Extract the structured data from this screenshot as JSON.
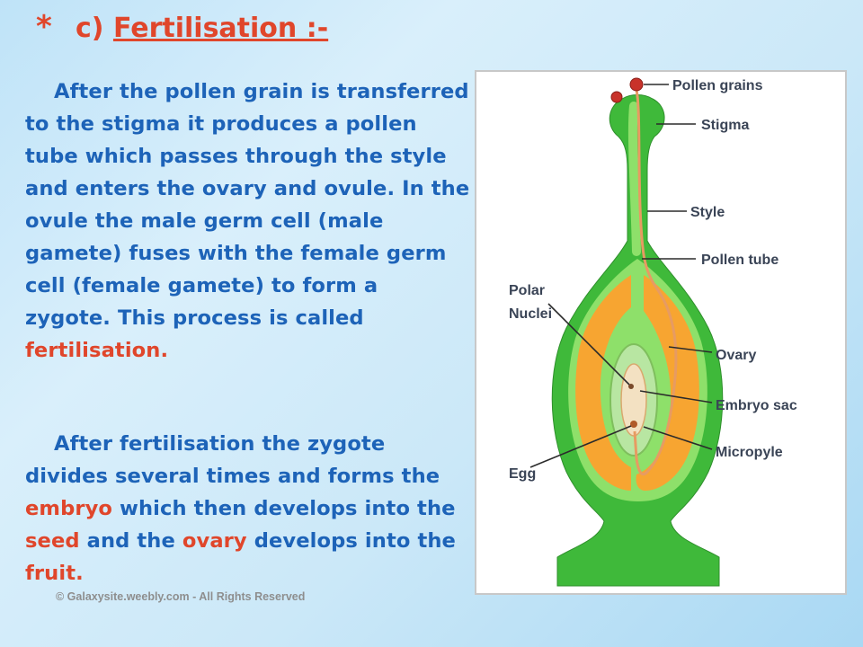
{
  "heading": {
    "bullet": "*",
    "prefix": "c) ",
    "title": "Fertilisation :-"
  },
  "paragraph1": {
    "part1": "After the pollen grain is transferred to the stigma it produces a pollen tube which passes through the style and enters the ovary and ovule. In the ovule the male germ cell (male gamete) fuses with the female germ cell (female gamete) to form a zygote. This process is called ",
    "highlight": "fertilisation."
  },
  "paragraph2": {
    "part1": "After fertilisation the zygote divides several times and forms the ",
    "h1": "embryo",
    "part2": " which then develops into the ",
    "h2": "seed",
    "part3": " and the ",
    "h3": "ovary",
    "part4": " develops into the ",
    "h4": "fruit."
  },
  "copyright": "© Galaxysite.weebly.com - All Rights Reserved",
  "diagram": {
    "labels": {
      "pollen_grains": "Pollen grains",
      "stigma": "Stigma",
      "style": "Style",
      "pollen_tube": "Pollen tube",
      "polar": "Polar",
      "nuclei": "Nuclei",
      "ovary": "Ovary",
      "embryo_sac": "Embryo sac",
      "micropyle": "Micropyle",
      "egg": "Egg"
    },
    "colors": {
      "outer_green": "#3fb93a",
      "inner_green": "#8ee06a",
      "ovary_orange": "#f7a531",
      "pollen_tube": "#e79b62",
      "pollen_grain": "#c8322a"
    }
  }
}
